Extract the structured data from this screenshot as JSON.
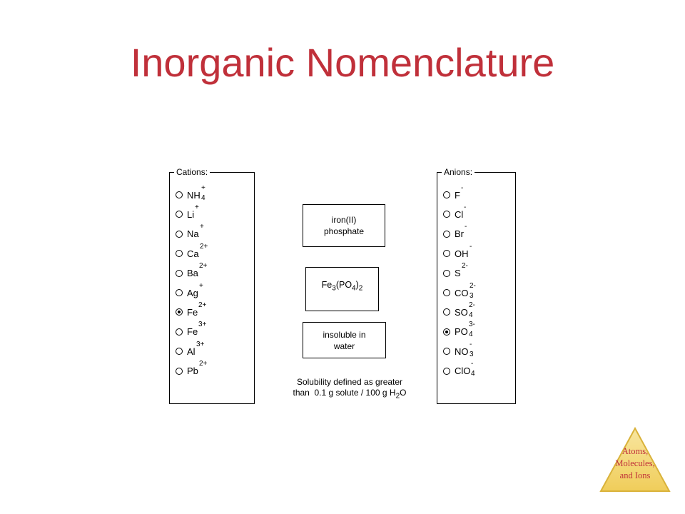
{
  "title": "Inorganic Nomenclature",
  "cations": {
    "legend": "Cations:",
    "items": [
      {
        "symbol": "NH",
        "sub": "4",
        "charge": "+",
        "checked": false
      },
      {
        "symbol": "Li",
        "sub": "",
        "charge": "+",
        "checked": false
      },
      {
        "symbol": "Na",
        "sub": "",
        "charge": "+",
        "checked": false
      },
      {
        "symbol": "Ca",
        "sub": "",
        "charge": "2+",
        "checked": false
      },
      {
        "symbol": "Ba",
        "sub": "",
        "charge": "2+",
        "checked": false
      },
      {
        "symbol": "Ag",
        "sub": "",
        "charge": "+",
        "checked": false
      },
      {
        "symbol": "Fe",
        "sub": "",
        "charge": "2+",
        "checked": true
      },
      {
        "symbol": "Fe",
        "sub": "",
        "charge": "3+",
        "checked": false
      },
      {
        "symbol": "Al",
        "sub": "",
        "charge": "3+",
        "checked": false
      },
      {
        "symbol": "Pb",
        "sub": "",
        "charge": "2+",
        "checked": false
      }
    ]
  },
  "anions": {
    "legend": "Anions:",
    "items": [
      {
        "symbol": "F",
        "sub": "",
        "charge": "-",
        "checked": false
      },
      {
        "symbol": "Cl",
        "sub": "",
        "charge": "-",
        "checked": false
      },
      {
        "symbol": "Br",
        "sub": "",
        "charge": "-",
        "checked": false
      },
      {
        "symbol": "OH",
        "sub": "",
        "charge": "-",
        "checked": false
      },
      {
        "symbol": "S",
        "sub": "",
        "charge": "2-",
        "checked": false
      },
      {
        "symbol": "CO",
        "sub": "3",
        "charge": "2-",
        "checked": false
      },
      {
        "symbol": "SO",
        "sub": "4",
        "charge": "2-",
        "checked": false
      },
      {
        "symbol": "PO",
        "sub": "4",
        "charge": "3-",
        "checked": true
      },
      {
        "symbol": "NO",
        "sub": "3",
        "charge": "-",
        "checked": false
      },
      {
        "symbol": "ClO",
        "sub": "4",
        "charge": "-",
        "checked": false
      }
    ]
  },
  "name_box": {
    "line1": "iron(II)",
    "line2": "phosphate"
  },
  "formula": {
    "fe": "Fe",
    "fe_sub": "3",
    "open": "(PO",
    "po_sub": "4",
    "close": ")",
    "group_sub": "2"
  },
  "solubility_box": {
    "line1": "insoluble in",
    "line2": "water"
  },
  "note": {
    "line1": "Solubility defined as greater",
    "line2_pre": "than  0.1 g solute / 100 g H",
    "line2_sub": "2",
    "line2_post": "O"
  },
  "badge": {
    "line1": "Atoms,",
    "line2": "Molecules,",
    "line3": "and Ions"
  },
  "colors": {
    "title": "#c0303a",
    "badge_fill": "#f2d36b",
    "badge_text": "#c0303a"
  }
}
